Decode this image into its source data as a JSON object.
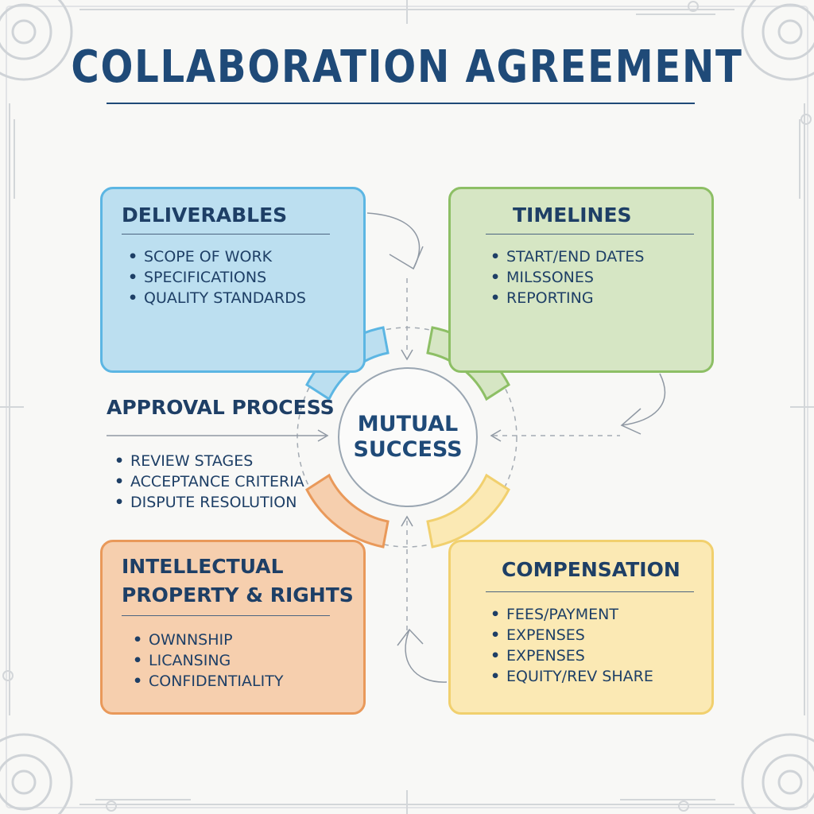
{
  "title": "COLLABORATION AGREEMENT",
  "center": {
    "line1": "MUTUAL",
    "line2": "SUCCESS"
  },
  "panels": {
    "deliverables": {
      "title": "DELIVERABLES",
      "items": [
        "SCOPE OF WORK",
        "SPECIFICATIONS",
        "QUALITY STANDARDS"
      ]
    },
    "timelines": {
      "title": "TIMELINES",
      "items": [
        "START/END DATES",
        "MILSSONES",
        "REPORTING"
      ]
    },
    "ip": {
      "title_line1": "INTELLECTUAL",
      "title_line2": "PROPERTY & RIGHTS",
      "items": [
        "OWNNSHIP",
        "LICANSING",
        "CONFIDENTIALITY"
      ]
    },
    "compensation": {
      "title": "COMPENSATION",
      "items": [
        "FEES/PAYMENT",
        "EXPENSES",
        "EXPENSES",
        "EQUITY/REV SHARE"
      ]
    }
  },
  "approval": {
    "title": "APPROVAL PROCESS",
    "items": [
      "REVIEW STAGES",
      "ACCEPTANCE CRITERIA",
      "DISPUTE RESOLUTION"
    ]
  },
  "colors": {
    "title": "#1f4a78",
    "deliverables": "#bcdff0",
    "timelines": "#d6e6c4",
    "ip": "#f6cfae",
    "compensation": "#fbe9b4"
  }
}
